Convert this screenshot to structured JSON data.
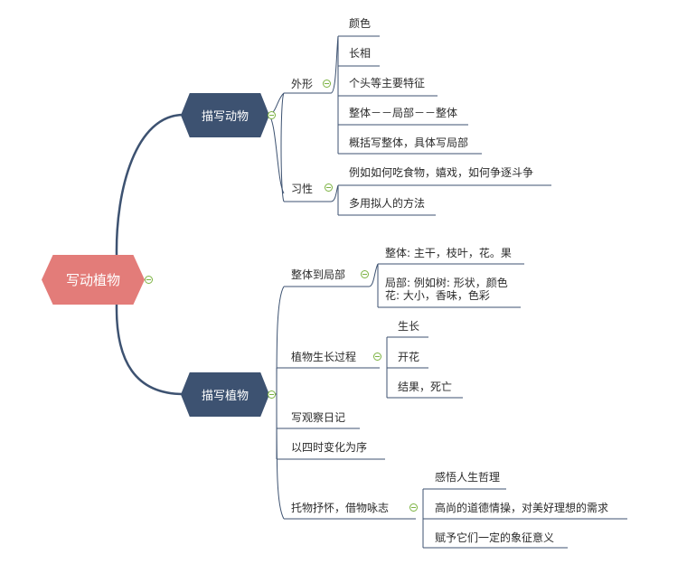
{
  "root": {
    "label": "写动植物"
  },
  "branches": [
    {
      "label": "描写动物",
      "children": [
        {
          "label": "外形",
          "children": [
            "颜色",
            "长相",
            "个头等主要特征",
            "整体－－局部－－整体",
            "概括写整体，具体写局部"
          ]
        },
        {
          "label": "习性",
          "children": [
            "例如如何吃食物，嬉戏，如何争逐斗争",
            "多用拟人的方法"
          ]
        }
      ]
    },
    {
      "label": "描写植物",
      "children": [
        {
          "label": "整体到局部",
          "children": [
            "整体: 主干，枝叶，花。果",
            "局部: 例如树: 形状，颜色\n花: 大小，香味，色彩"
          ]
        },
        {
          "label": "植物生长过程",
          "children": [
            "生长",
            "开花",
            "结果，死亡"
          ]
        },
        {
          "label": "写观察日记",
          "children": []
        },
        {
          "label": "以四时变化为序",
          "children": []
        },
        {
          "label": "托物抒怀，借物咏志",
          "children": [
            "感悟人生哲理",
            "高尚的道德情操，对美好理想的需求",
            "赋予它们一定的象征意义"
          ]
        }
      ]
    }
  ],
  "colors": {
    "root": "#e37c79",
    "branch": "#3d5271",
    "line": "#3d5271",
    "thin_line": "#3d5271",
    "toggle": "#7cb342"
  }
}
